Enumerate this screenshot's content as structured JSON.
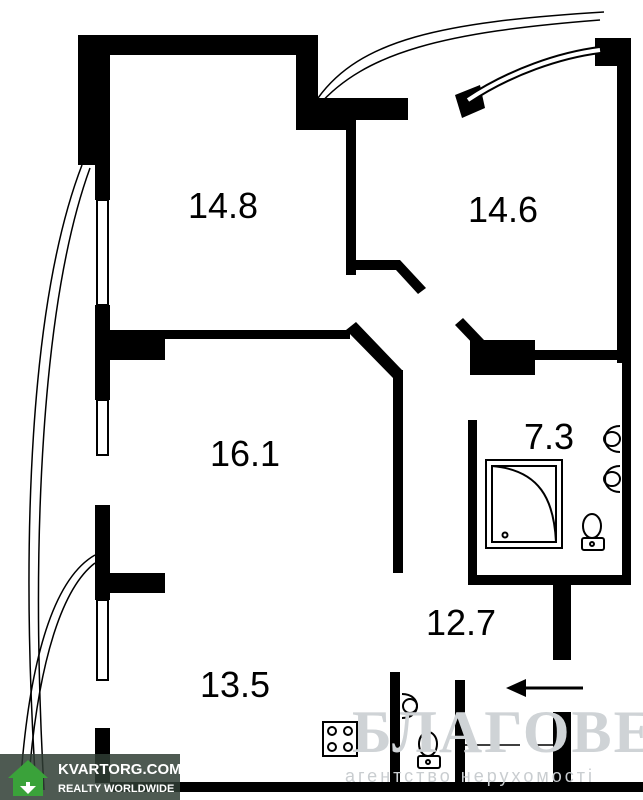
{
  "rooms": [
    {
      "id": "room-a",
      "area": "14.8"
    },
    {
      "id": "room-b",
      "area": "14.6"
    },
    {
      "id": "bathroom",
      "area": "7.3"
    },
    {
      "id": "room-c",
      "area": "16.1"
    },
    {
      "id": "hall",
      "area": "12.7"
    },
    {
      "id": "kitchen",
      "area": "13.5"
    }
  ],
  "watermark": {
    "brand": "БЛАГОВЕСТ",
    "tagline": "агентство нерухомості"
  },
  "logo": {
    "site": "KVARTORG.COM",
    "subtitle": "REALTY WORLDWIDE"
  },
  "colors": {
    "wall": "#000000",
    "watermark": "#cfd3d6",
    "logo_green": "#3aa23a"
  }
}
